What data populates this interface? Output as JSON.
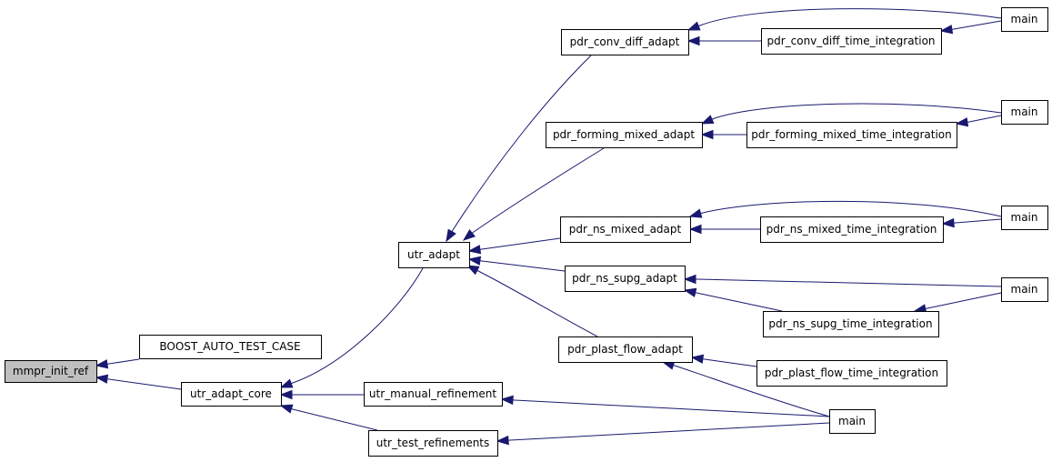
{
  "graph": {
    "root": "mmpr_init_ref",
    "colors": {
      "edge": "#191970",
      "root_fill": "#bfbfbf",
      "node_fill": "#ffffff",
      "node_border": "#000000"
    },
    "nodes": [
      {
        "id": "mmpr_init_ref",
        "label": "mmpr_init_ref"
      },
      {
        "id": "boost_auto_test_case",
        "label": "BOOST_AUTO_TEST_CASE"
      },
      {
        "id": "utr_adapt_core",
        "label": "utr_adapt_core"
      },
      {
        "id": "utr_adapt",
        "label": "utr_adapt"
      },
      {
        "id": "utr_manual_refinement",
        "label": "utr_manual_refinement"
      },
      {
        "id": "utr_test_refinements",
        "label": "utr_test_refinements"
      },
      {
        "id": "pdr_conv_diff_adapt",
        "label": "pdr_conv_diff_adapt"
      },
      {
        "id": "pdr_forming_mixed_adapt",
        "label": "pdr_forming_mixed_adapt"
      },
      {
        "id": "pdr_ns_mixed_adapt",
        "label": "pdr_ns_mixed_adapt"
      },
      {
        "id": "pdr_ns_supg_adapt",
        "label": "pdr_ns_supg_adapt"
      },
      {
        "id": "pdr_plast_flow_adapt",
        "label": "pdr_plast_flow_adapt"
      },
      {
        "id": "pdr_conv_diff_time_integration",
        "label": "pdr_conv_diff_time_integration"
      },
      {
        "id": "pdr_forming_mixed_time_integration",
        "label": "pdr_forming_mixed_time_integration"
      },
      {
        "id": "pdr_ns_mixed_time_integration",
        "label": "pdr_ns_mixed_time_integration"
      },
      {
        "id": "pdr_ns_supg_time_integration",
        "label": "pdr_ns_supg_time_integration"
      },
      {
        "id": "pdr_plast_flow_time_integration",
        "label": "pdr_plast_flow_time_integration"
      },
      {
        "id": "main_1",
        "label": "main"
      },
      {
        "id": "main_2",
        "label": "main"
      },
      {
        "id": "main_3",
        "label": "main"
      },
      {
        "id": "main_4",
        "label": "main"
      },
      {
        "id": "main_5",
        "label": "main"
      }
    ],
    "edges": [
      {
        "from": "boost_auto_test_case",
        "to": "mmpr_init_ref"
      },
      {
        "from": "utr_adapt_core",
        "to": "mmpr_init_ref"
      },
      {
        "from": "utr_adapt",
        "to": "utr_adapt_core"
      },
      {
        "from": "utr_manual_refinement",
        "to": "utr_adapt_core"
      },
      {
        "from": "utr_test_refinements",
        "to": "utr_adapt_core"
      },
      {
        "from": "pdr_conv_diff_adapt",
        "to": "utr_adapt"
      },
      {
        "from": "pdr_forming_mixed_adapt",
        "to": "utr_adapt"
      },
      {
        "from": "pdr_ns_mixed_adapt",
        "to": "utr_adapt"
      },
      {
        "from": "pdr_ns_supg_adapt",
        "to": "utr_adapt"
      },
      {
        "from": "pdr_plast_flow_adapt",
        "to": "utr_adapt"
      },
      {
        "from": "main_1",
        "to": "pdr_conv_diff_adapt"
      },
      {
        "from": "pdr_conv_diff_time_integration",
        "to": "pdr_conv_diff_adapt"
      },
      {
        "from": "main_1",
        "to": "pdr_conv_diff_time_integration"
      },
      {
        "from": "main_2",
        "to": "pdr_forming_mixed_adapt"
      },
      {
        "from": "pdr_forming_mixed_time_integration",
        "to": "pdr_forming_mixed_adapt"
      },
      {
        "from": "main_2",
        "to": "pdr_forming_mixed_time_integration"
      },
      {
        "from": "main_3",
        "to": "pdr_ns_mixed_adapt"
      },
      {
        "from": "pdr_ns_mixed_time_integration",
        "to": "pdr_ns_mixed_adapt"
      },
      {
        "from": "main_3",
        "to": "pdr_ns_mixed_time_integration"
      },
      {
        "from": "main_4",
        "to": "pdr_ns_supg_adapt"
      },
      {
        "from": "pdr_ns_supg_time_integration",
        "to": "pdr_ns_supg_adapt"
      },
      {
        "from": "main_4",
        "to": "pdr_ns_supg_time_integration"
      },
      {
        "from": "pdr_plast_flow_time_integration",
        "to": "pdr_plast_flow_adapt"
      },
      {
        "from": "main_5",
        "to": "pdr_plast_flow_adapt"
      },
      {
        "from": "main_5",
        "to": "utr_manual_refinement"
      },
      {
        "from": "main_5",
        "to": "utr_test_refinements"
      }
    ]
  }
}
